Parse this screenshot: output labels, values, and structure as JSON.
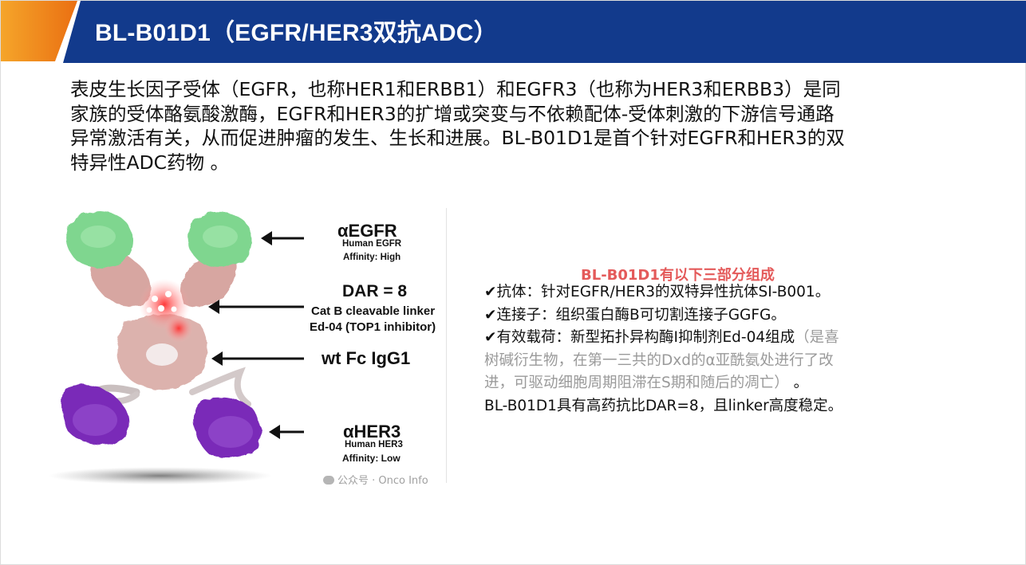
{
  "header": {
    "title": "BL-B01D1（EGFR/HER3双抗ADC）",
    "colors": {
      "band": "#123a8c",
      "accent_start": "#f5a52a",
      "accent_end": "#ea6f12"
    }
  },
  "intro": {
    "lines": [
      "表皮生长因子受体（EGFR，也称HER1和ERBB1）和EGFR3（也称为HER3和ERBB3）是同",
      "家族的受体酪氨酸激酶，EGFR和HER3的扩增或突变与不依赖配体-受体刺激的下游信号通路",
      "异常激活有关，从而促进肿瘤的发生、生长和进展。BL-B01D1是首个针对EGFR和HER3的双",
      "特异性ADC药物 。"
    ]
  },
  "figure": {
    "egfr": {
      "name": "αEGFR",
      "sub": "Human EGFR",
      "affinity": "Affinity: High"
    },
    "dar": "DAR = 8",
    "linker": "Cat B cleavable linker",
    "payload": "Ed-04 (TOP1 inhibitor)",
    "fc": "wt Fc IgG1",
    "her3": {
      "name": "αHER3",
      "sub": "Human HER3",
      "affinity": "Affinity:   Low"
    },
    "watermark": "公众号 · Onco Info",
    "colors": {
      "green": "#7fd68f",
      "pink": "#d9aaa6",
      "purple": "#7a2ab8",
      "red_glow": "#ff4040"
    }
  },
  "description": {
    "title": "BL-B01D1有以下三部分组成",
    "title_color": "#e45a5a",
    "antibody": "✔抗体：针对EGFR/HER3的双特异性抗体SI-B001。",
    "linker": "✔连接子：组织蛋白酶B可切割连接子GGFG。",
    "payload_main": "✔有效载荷：新型拓扑异构酶I抑制剂Ed-04组成",
    "payload_note_1": "（是喜",
    "payload_note_2": "树碱衍生物，在第一三共的Dxd的α亚酰氨处进行了改",
    "payload_note_3": "进，可驱动细胞周期阻滞在S期和随后的凋亡）",
    "payload_note_end": " 。",
    "summary": "BL-B01D1具有高药抗比DAR=8，且linker高度稳定。"
  }
}
